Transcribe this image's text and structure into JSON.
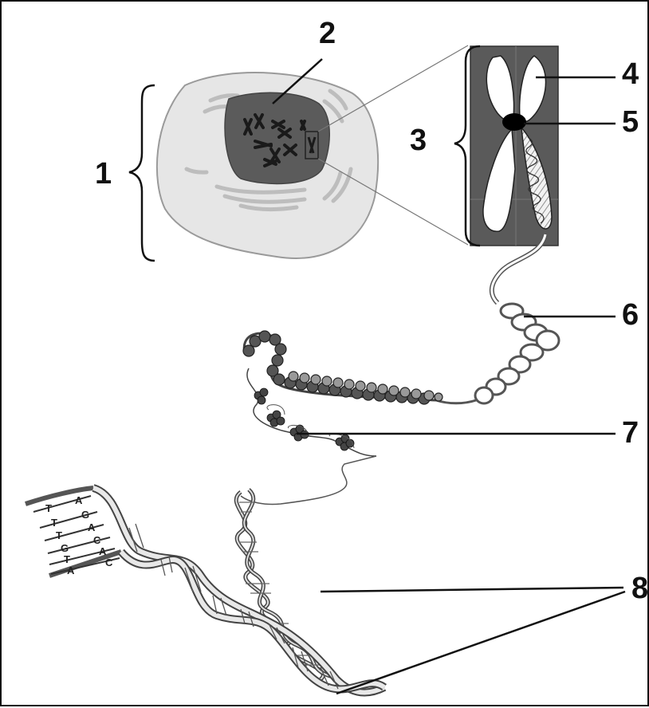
{
  "diagram": {
    "labels": [
      {
        "id": "1",
        "text": "1"
      },
      {
        "id": "2",
        "text": "2"
      },
      {
        "id": "3",
        "text": "3"
      },
      {
        "id": "4",
        "text": "4"
      },
      {
        "id": "5",
        "text": "5"
      },
      {
        "id": "6",
        "text": "6"
      },
      {
        "id": "7",
        "text": "7"
      },
      {
        "id": "8",
        "text": "8"
      }
    ],
    "base_pairs": [
      {
        "left": "T",
        "right": "A"
      },
      {
        "left": "T",
        "right": "G"
      },
      {
        "left": "T",
        "right": "A"
      },
      {
        "left": "G",
        "right": "C"
      },
      {
        "left": "T",
        "right": "A"
      },
      {
        "left": "A",
        "right": "C"
      }
    ]
  }
}
